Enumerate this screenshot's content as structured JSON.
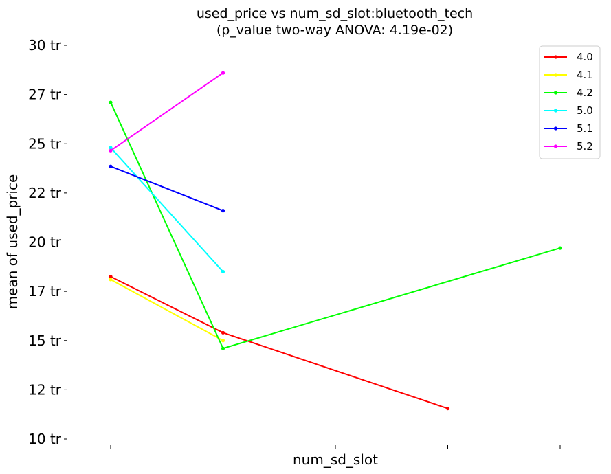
{
  "chart_data": {
    "type": "line",
    "title": "used_price vs num_sd_slot:bluetooth_tech",
    "subtitle": "(p_value two-way ANOVA: 4.19e-02)",
    "xlabel": "num_sd_slot",
    "ylabel": "mean of used_price",
    "x_positions": [
      0,
      1,
      2,
      3,
      4
    ],
    "x_tick_labels": [
      "",
      "",
      "",
      "",
      ""
    ],
    "ylim": [
      10000000,
      30000000
    ],
    "y_ticks": [
      10000000,
      12500000,
      15000000,
      17500000,
      20000000,
      22500000,
      25000000,
      27500000,
      30000000
    ],
    "y_tick_labels": [
      "10 tr",
      "12 tr",
      "15 tr",
      "17 tr",
      "20 tr",
      "22 tr",
      "25 tr",
      "27 tr",
      "30 tr"
    ],
    "grid": false,
    "legend_position": "top-right",
    "series": [
      {
        "name": "4.0",
        "color": "#ff0000",
        "points": [
          [
            0,
            18250000
          ],
          [
            1,
            15400000
          ],
          [
            3,
            11550000
          ]
        ]
      },
      {
        "name": "4.1",
        "color": "#ffff00",
        "points": [
          [
            0,
            18100000
          ],
          [
            1,
            15000000
          ]
        ]
      },
      {
        "name": "4.2",
        "color": "#00ff00",
        "points": [
          [
            0,
            27100000
          ],
          [
            1,
            14600000
          ],
          [
            4,
            19700000
          ]
        ]
      },
      {
        "name": "5.0",
        "color": "#00ffff",
        "points": [
          [
            0,
            24800000
          ],
          [
            1,
            18500000
          ]
        ]
      },
      {
        "name": "5.1",
        "color": "#0000ff",
        "points": [
          [
            0,
            23850000
          ],
          [
            1,
            21600000
          ]
        ]
      },
      {
        "name": "5.2",
        "color": "#ff00ff",
        "points": [
          [
            0,
            24650000
          ],
          [
            1,
            28600000
          ]
        ]
      }
    ]
  }
}
